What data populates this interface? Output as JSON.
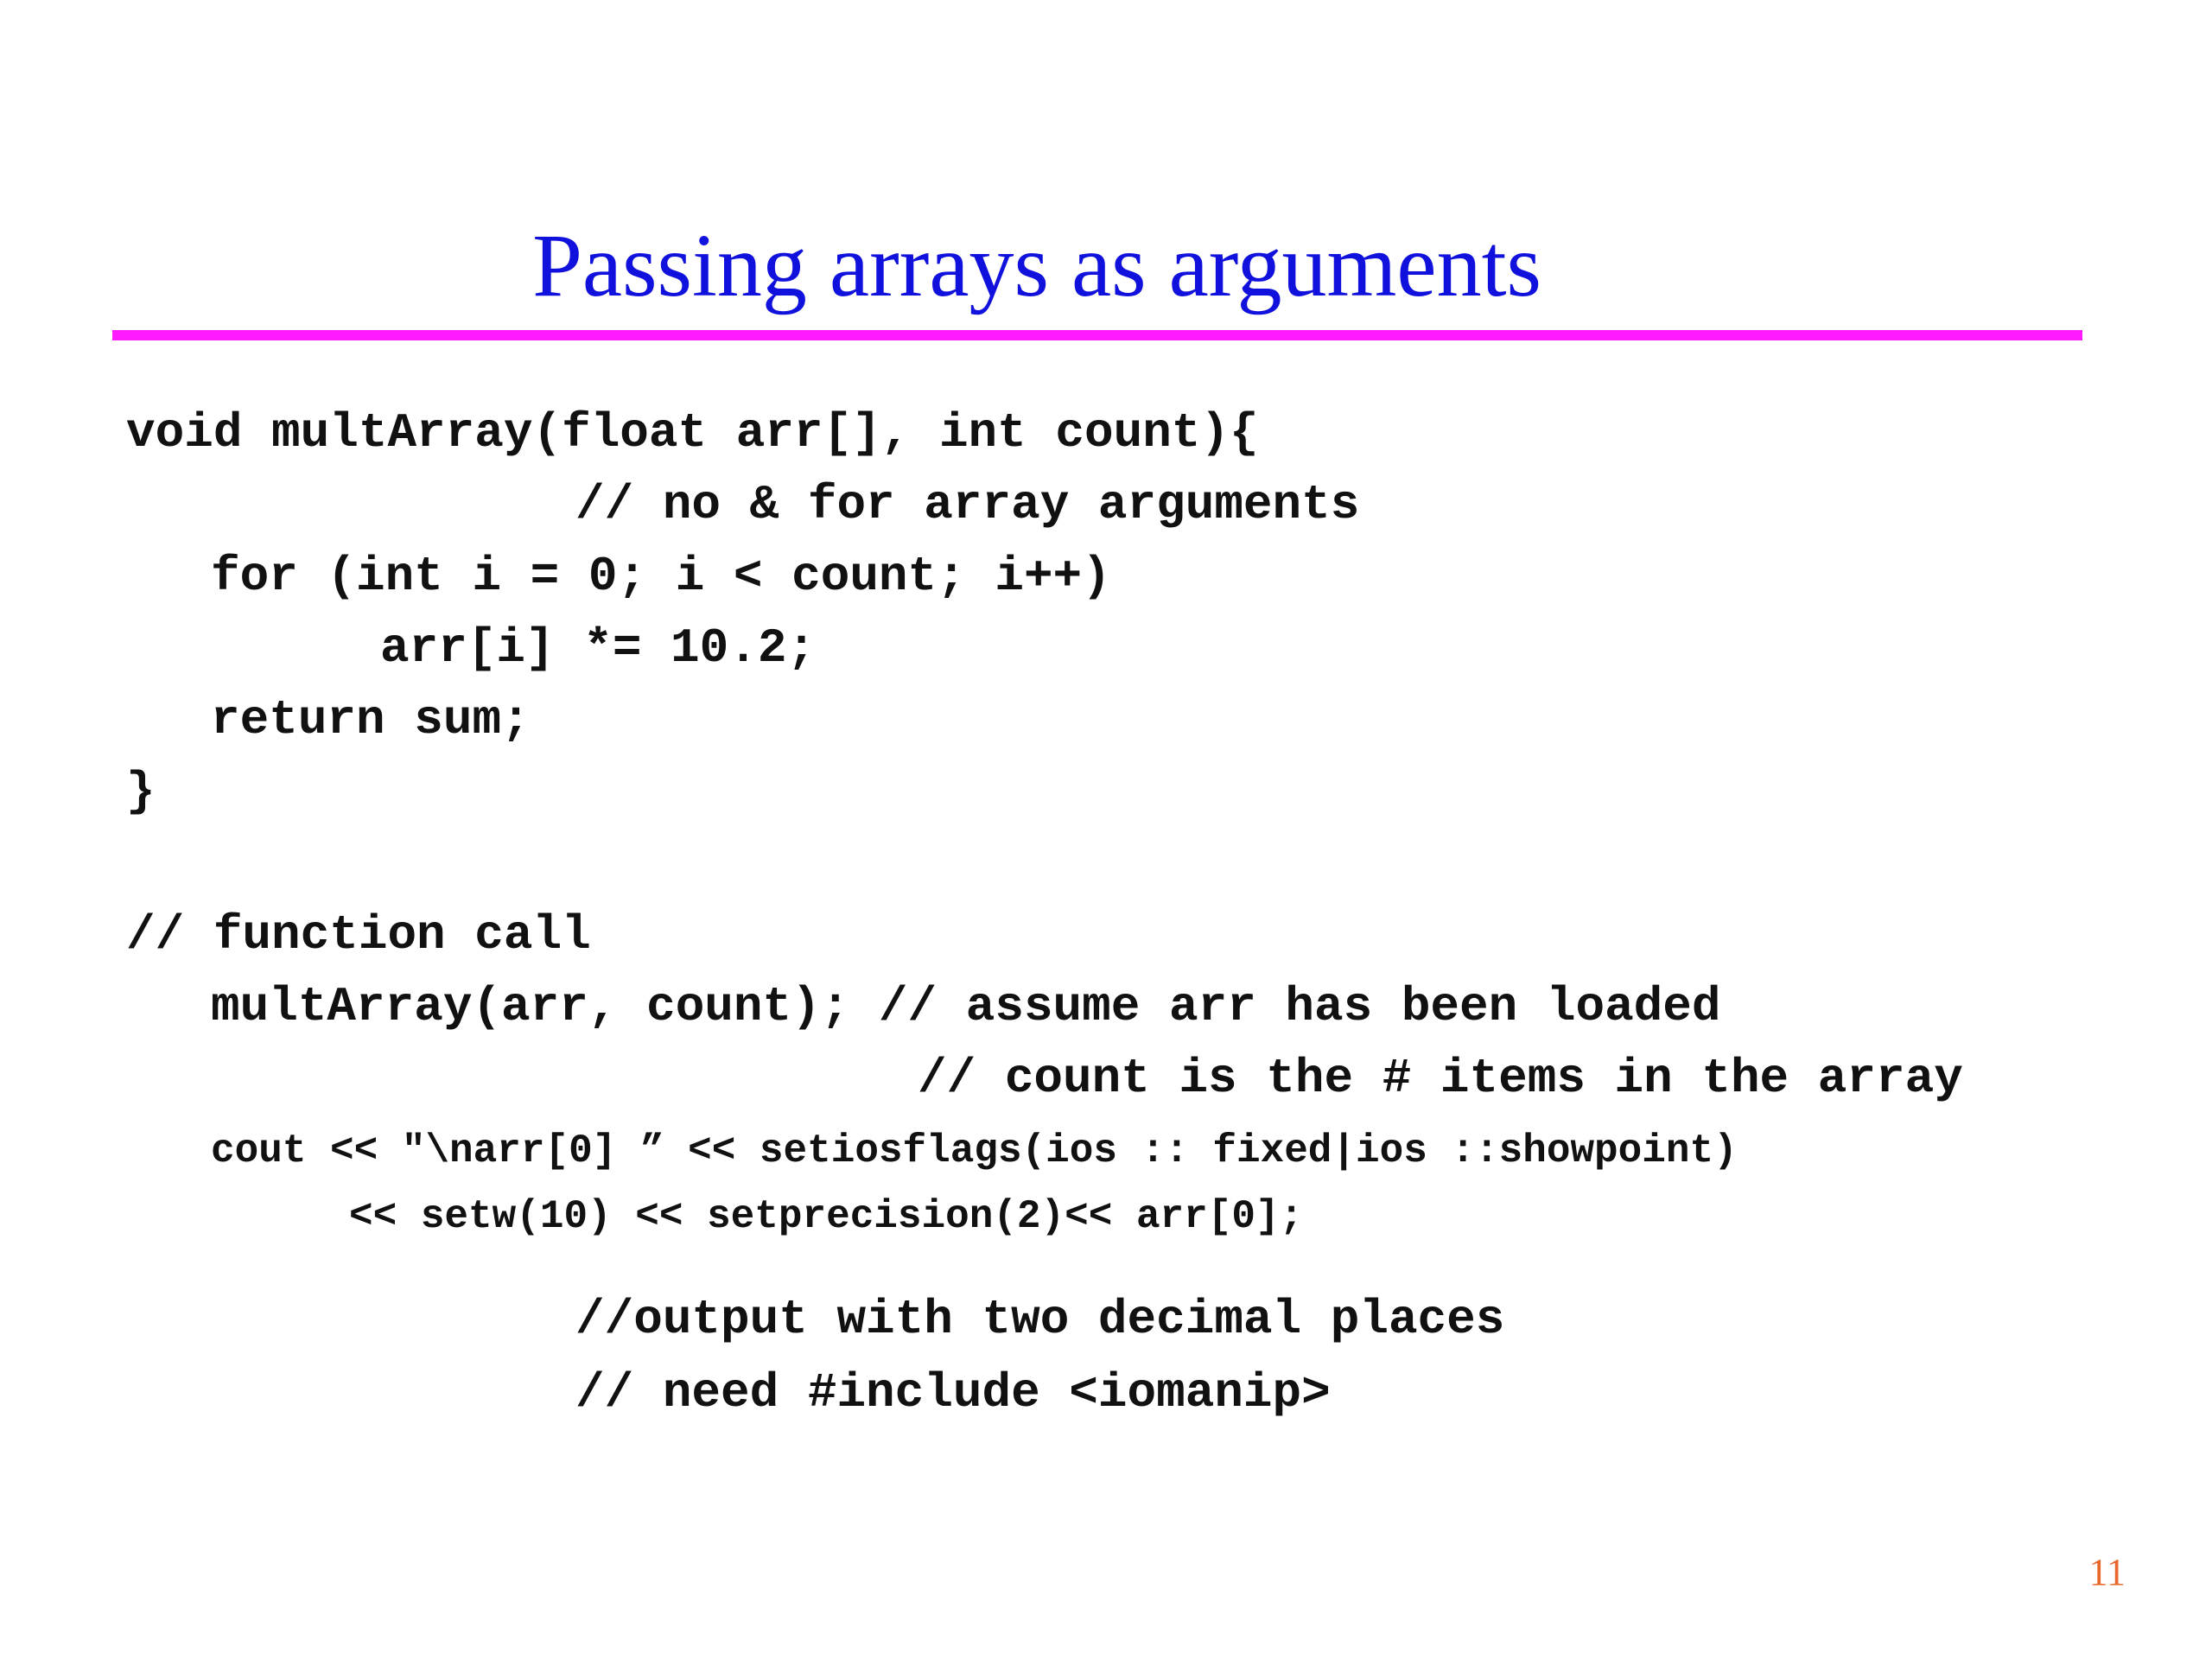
{
  "slide": {
    "title": "Passing arrays as arguments",
    "accent_color": "#ff1aff",
    "title_color": "#1111dd",
    "page_number": "11",
    "code_lines": [
      "void multArray(float arr[], int count){",
      "// no & for array arguments",
      "for (int i = 0; i < count; i++)",
      "arr[i] *= 10.2;",
      "return sum;",
      "}",
      "// function call",
      "multArray(arr, count); // assume arr has been loaded",
      "// count is the # items in the array",
      "cout << \"\\narr[0] ” << setiosflags(ios :: fixed|ios ::showpoint)",
      "<< setw(10) << setprecision(2)<< arr[0];",
      "//output with two decimal places",
      "// need #include <iomanip>"
    ]
  }
}
